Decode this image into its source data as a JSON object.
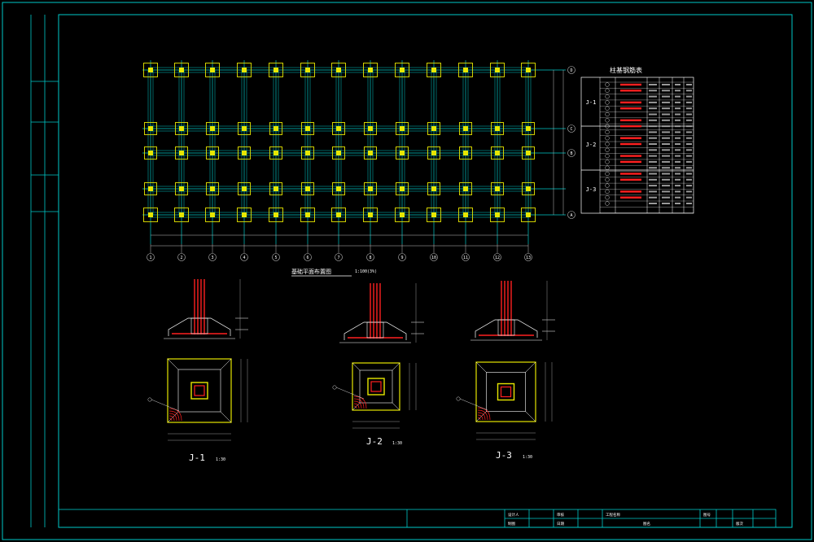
{
  "sheet": {
    "side_label_top": "",
    "side_label_bottom": ""
  },
  "plan": {
    "title": "基础平面布置图",
    "scale": "1:100(3%)",
    "col_labels": [
      "1",
      "2",
      "3",
      "4",
      "5",
      "6",
      "7",
      "8",
      "9",
      "10",
      "11",
      "12",
      "13"
    ],
    "row_labels": [
      "D",
      "C",
      "B",
      "A"
    ]
  },
  "table": {
    "title": "柱基钢筋表",
    "groups": [
      "J-1",
      "J-2",
      "J-3"
    ]
  },
  "details": [
    {
      "label": "J-1",
      "scale": "1:30"
    },
    {
      "label": "J-2",
      "scale": "1:30"
    },
    {
      "label": "J-3",
      "scale": "1:30"
    }
  ],
  "title_block": {
    "cells": [
      "设计人",
      "审核",
      "制图",
      "日期",
      "工程名称",
      "图名",
      "图号",
      "版次"
    ]
  },
  "colors": {
    "frame": "#00c8c8",
    "grid": "#00c8c8",
    "footing": "#e6e600",
    "rebar": "#ff2020",
    "text": "#ffffff",
    "dim": "#c0c0c0"
  }
}
